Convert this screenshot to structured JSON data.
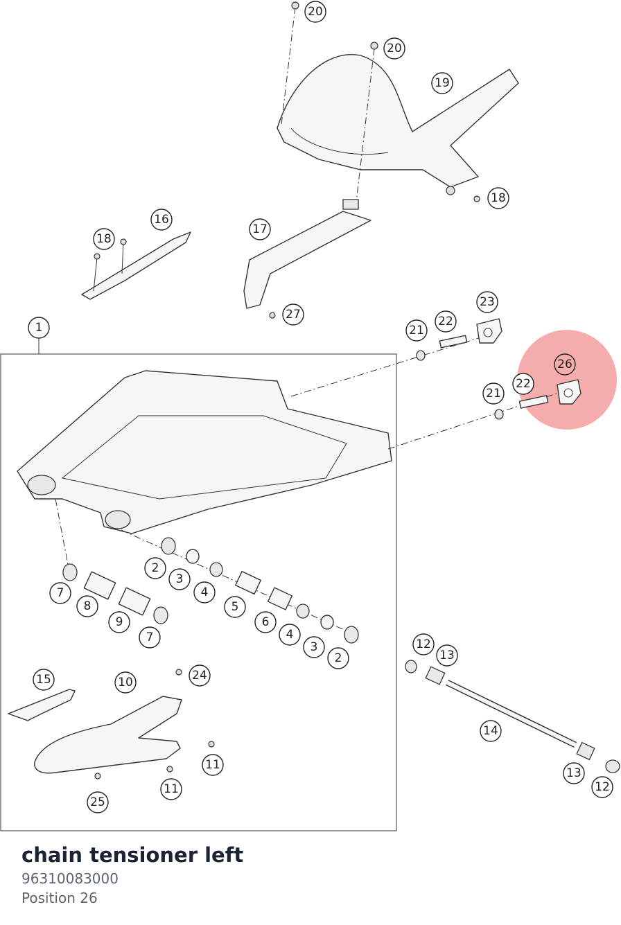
{
  "diagram": {
    "callouts": [
      "1",
      "2",
      "2",
      "3",
      "3",
      "4",
      "4",
      "5",
      "6",
      "7",
      "7",
      "8",
      "9",
      "10",
      "11",
      "11",
      "12",
      "12",
      "13",
      "13",
      "14",
      "15",
      "16",
      "17",
      "18",
      "18",
      "19",
      "20",
      "20",
      "21",
      "21",
      "22",
      "22",
      "23",
      "24",
      "25",
      "26",
      "27"
    ],
    "highlight_color": "#f08080"
  },
  "selected_part": {
    "name": "chain tensioner left",
    "number": "96310083000",
    "position": "Position 26"
  }
}
